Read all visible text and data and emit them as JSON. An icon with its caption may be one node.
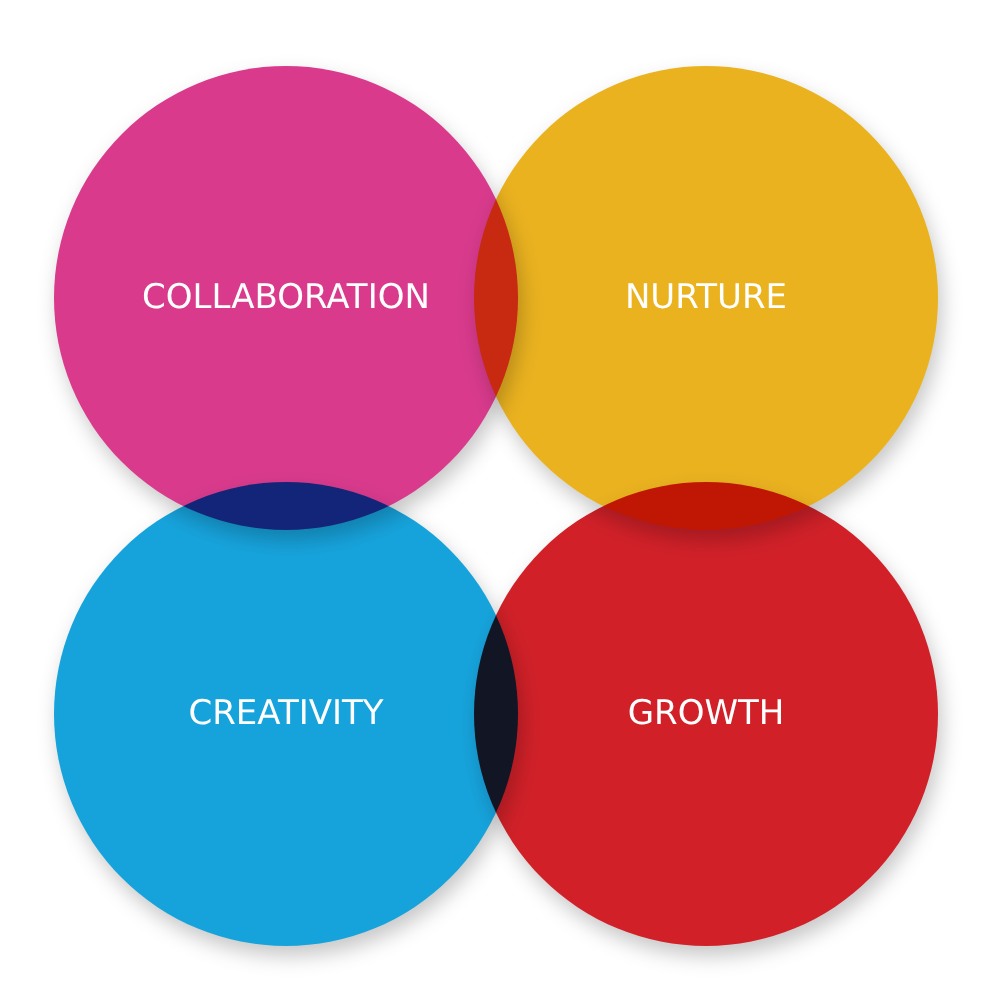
{
  "diagram": {
    "nodes": [
      {
        "text": [
          "COLLABORATION"
        ]
      },
      {
        "text": [
          "NURTURE"
        ]
      },
      {
        "text": [
          "CREATIVITY"
        ]
      },
      {
        "text": [
          "GROWTH"
        ]
      }
    ]
  }
}
